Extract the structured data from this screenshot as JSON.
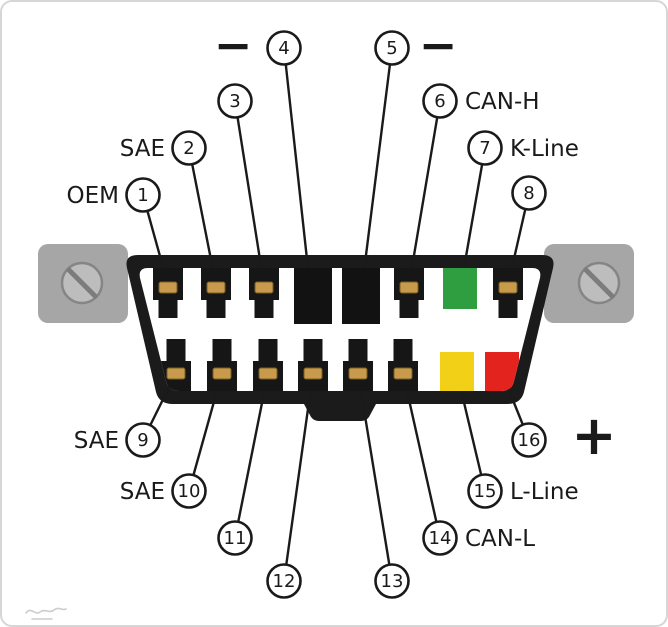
{
  "colors": {
    "shell": "#1b1b1b",
    "pin": "#161616",
    "contact": "#c79b4b",
    "ground_pin": "#121212",
    "k_line_pin": "#2f9e41",
    "l_line_pin": "#f2d018",
    "battery_pin": "#e3231d",
    "ear": "#a6a6a6"
  },
  "pins": [
    {
      "number": "1",
      "label": "OEM"
    },
    {
      "number": "2",
      "label": "SAE"
    },
    {
      "number": "3",
      "label": ""
    },
    {
      "number": "4",
      "label": "−"
    },
    {
      "number": "5",
      "label": "−"
    },
    {
      "number": "6",
      "label": "CAN-H"
    },
    {
      "number": "7",
      "label": "K-Line"
    },
    {
      "number": "8",
      "label": ""
    },
    {
      "number": "9",
      "label": "SAE"
    },
    {
      "number": "10",
      "label": "SAE"
    },
    {
      "number": "11",
      "label": ""
    },
    {
      "number": "12",
      "label": ""
    },
    {
      "number": "13",
      "label": ""
    },
    {
      "number": "14",
      "label": "CAN-L"
    },
    {
      "number": "15",
      "label": "L-Line"
    },
    {
      "number": "16",
      "label": "+"
    }
  ]
}
